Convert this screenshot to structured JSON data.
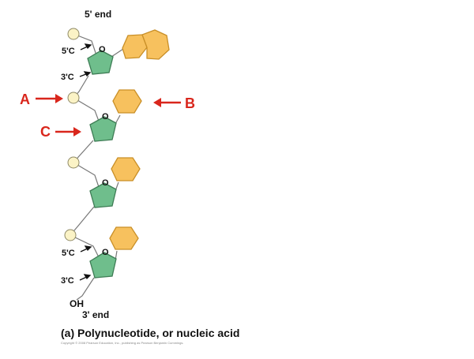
{
  "labels": {
    "five_prime_end": "5' end",
    "three_prime_end": "3' end",
    "five_c_top": "5'C",
    "three_c_top": "3'C",
    "five_c_bottom": "5'C",
    "three_c_bottom": "3'C",
    "oh": "OH",
    "ring_o": "O"
  },
  "callouts": {
    "a": "A",
    "b": "B",
    "c": "C"
  },
  "caption": "(a) Polynucleotide, or nucleic acid",
  "copyright": "Copyright © 2008 Pearson Education, Inc., publishing as Pearson Benjamin Cummings.",
  "colors": {
    "sugar_fill": "#6fbe8c",
    "sugar_stroke": "#3e7d55",
    "base_fill": "#f7c15e",
    "base_stroke": "#c98f27",
    "phosphate_fill": "#fbf3c6",
    "phosphate_stroke": "#8f8a66",
    "backbone": "#777777",
    "arrow_red": "#d9261c"
  }
}
